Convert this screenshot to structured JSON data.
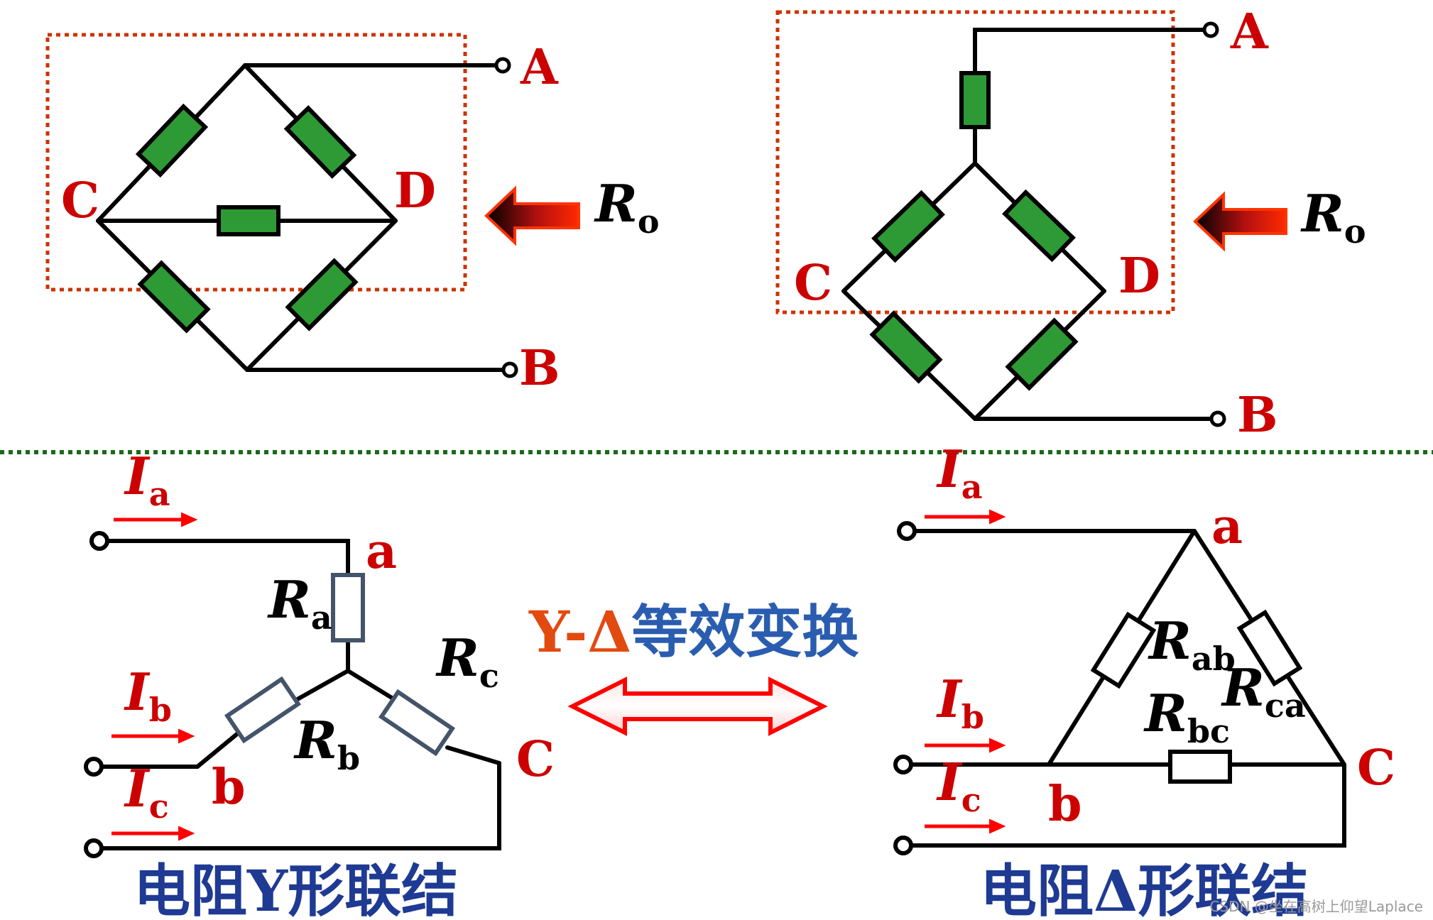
{
  "colors": {
    "wire": "#000000",
    "resistor_fill": "#2e9a35",
    "resistor_stroke": "#000000",
    "white_resistor_stroke": "#44546a",
    "label_red": "#cc0000",
    "caption_blue": "#1f3a93",
    "dotted_box": "#cc3300",
    "divider": "#1a6b1a",
    "arrow_red": "#ff0000",
    "title_orange": "#e34a0f",
    "title_blue": "#2a5db0"
  },
  "top_left": {
    "node_A": "A",
    "node_B": "B",
    "node_C": "C",
    "node_D": "D",
    "ro_symbol": "R",
    "ro_sub": "o"
  },
  "top_right": {
    "node_A": "A",
    "node_B": "B",
    "node_C": "C",
    "node_D": "D",
    "ro_symbol": "R",
    "ro_sub": "o"
  },
  "y_network": {
    "node_a": "a",
    "node_b": "b",
    "node_c": "C",
    "Ra_symbol": "R",
    "Ra_sub": "a",
    "Rb_symbol": "R",
    "Rb_sub": "b",
    "Rc_symbol": "R",
    "Rc_sub": "c",
    "Ia_symbol": "I",
    "Ia_sub": "a",
    "Ib_symbol": "I",
    "Ib_sub": "b",
    "Ic_symbol": "I",
    "Ic_sub": "c",
    "caption": "电阻Y形联结"
  },
  "delta_network": {
    "node_a": "a",
    "node_b": "b",
    "node_c": "C",
    "Rab_symbol": "R",
    "Rab_sub": "ab",
    "Rbc_symbol": "R",
    "Rbc_sub": "bc",
    "Rca_symbol": "R",
    "Rca_sub": "ca",
    "Ia_symbol": "I",
    "Ia_sub": "a",
    "Ib_symbol": "I",
    "Ib_sub": "b",
    "Ic_symbol": "I",
    "Ic_sub": "c",
    "caption": "电阻Δ形联结"
  },
  "transform": {
    "title_prefix": "Y-Δ",
    "title_suffix": "等效变换"
  },
  "watermark": "CSDN @坐在高树上仰望Laplace"
}
